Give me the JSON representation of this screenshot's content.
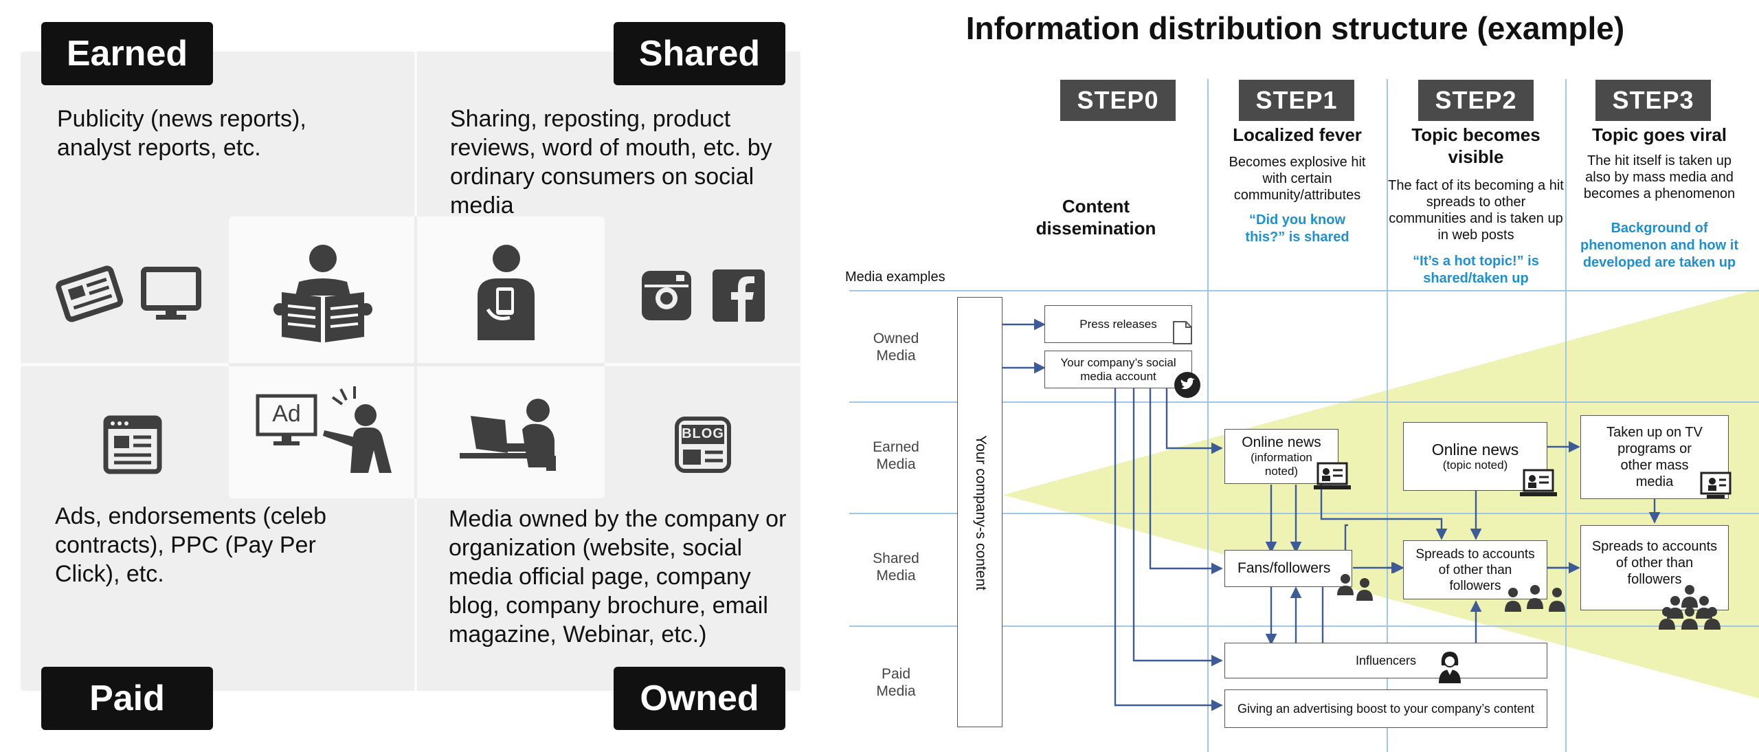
{
  "quadrants": {
    "earned": {
      "tag": "Earned",
      "text": "Publicity (news reports), analyst reports, etc."
    },
    "shared": {
      "tag": "Shared",
      "text": "Sharing, reposting, product reviews, word of mouth, etc. by ordinary consumers on social media"
    },
    "paid": {
      "tag": "Paid",
      "text": "Ads, endorsements (celeb contracts), PPC (Pay Per Click), etc."
    },
    "owned": {
      "tag": "Owned",
      "text": "Media owned by the company or organization (website, social media official page, company blog, company brochure, email magazine, Webinar, etc.)"
    },
    "ad_label": "Ad",
    "blog_label": "BLOG"
  },
  "diagram": {
    "title": "Information distribution structure (example)",
    "media_examples_label": "Media examples",
    "steps": [
      {
        "tag": "STEP0",
        "title": "Content dissemination"
      },
      {
        "tag": "STEP1",
        "title": "Localized fever",
        "desc": "Becomes explosive hit with certain community/attributes",
        "highlight": "“Did you know this?” is shared"
      },
      {
        "tag": "STEP2",
        "title": "Topic becomes visible",
        "desc": "The fact of its becoming a hit spreads to other communities and is taken up in web posts",
        "highlight": "“It’s a hot topic!” is shared/taken up"
      },
      {
        "tag": "STEP3",
        "title": "Topic goes viral",
        "desc": "The hit itself is taken up also by mass media and becomes a phenomenon",
        "highlight": "Background of phenomenon and how it developed are taken up"
      }
    ],
    "rows": [
      "Owned Media",
      "Earned Media",
      "Shared Media",
      "Paid Media"
    ],
    "content_label": "Your company-s content",
    "boxes": {
      "press": "Press releases",
      "social": "Your company’s social media account",
      "news1_main": "Online news",
      "news1_sub": "(information noted)",
      "news2_main": "Online news",
      "news2_sub": "(topic noted)",
      "tv": "Taken up on TV programs or other mass media",
      "fans": "Fans/followers",
      "spread2": "Spreads to accounts of other than followers",
      "spread3": "Spreads to accounts of other than followers",
      "influencers": "Influencers",
      "boost": "Giving an advertising boost to your company’s content"
    },
    "colors": {
      "blue_text": "#1f8fd3",
      "funnel": "#eef3b4",
      "lines": "#3d5a99",
      "step_tag": "#4a4a4a"
    }
  }
}
